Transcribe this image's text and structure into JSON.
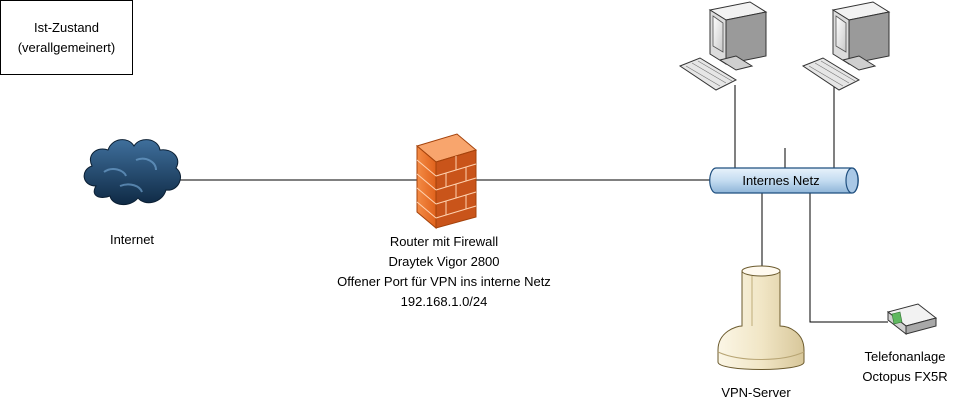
{
  "status_box": {
    "line1": "Ist-Zustand",
    "line2": "(verallgemeinert)"
  },
  "nodes": {
    "internet": {
      "label": "Internet",
      "icon": "cloud-icon"
    },
    "router": {
      "lines": [
        "Router mit Firewall",
        "Draytek Vigor 2800",
        "Offener Port für VPN ins interne Netz",
        "192.168.1.0/24"
      ],
      "icon": "firewall-icon"
    },
    "internal_network": {
      "label": "Internes Netz",
      "icon": "network-bus-icon"
    },
    "vpn_server": {
      "label": "VPN-Server",
      "icon": "server-tower-icon"
    },
    "phone_system": {
      "lines": [
        "Telefonanlage",
        "Octopus FX5R"
      ],
      "icon": "phone-switch-icon"
    },
    "workstation_1": {
      "icon": "computer-icon"
    },
    "workstation_2": {
      "icon": "computer-icon"
    }
  },
  "colors": {
    "cloud": "#1c3f63",
    "firewall": "#f07a32",
    "bus": "#cfe3f5",
    "server": "#f3ead0"
  }
}
